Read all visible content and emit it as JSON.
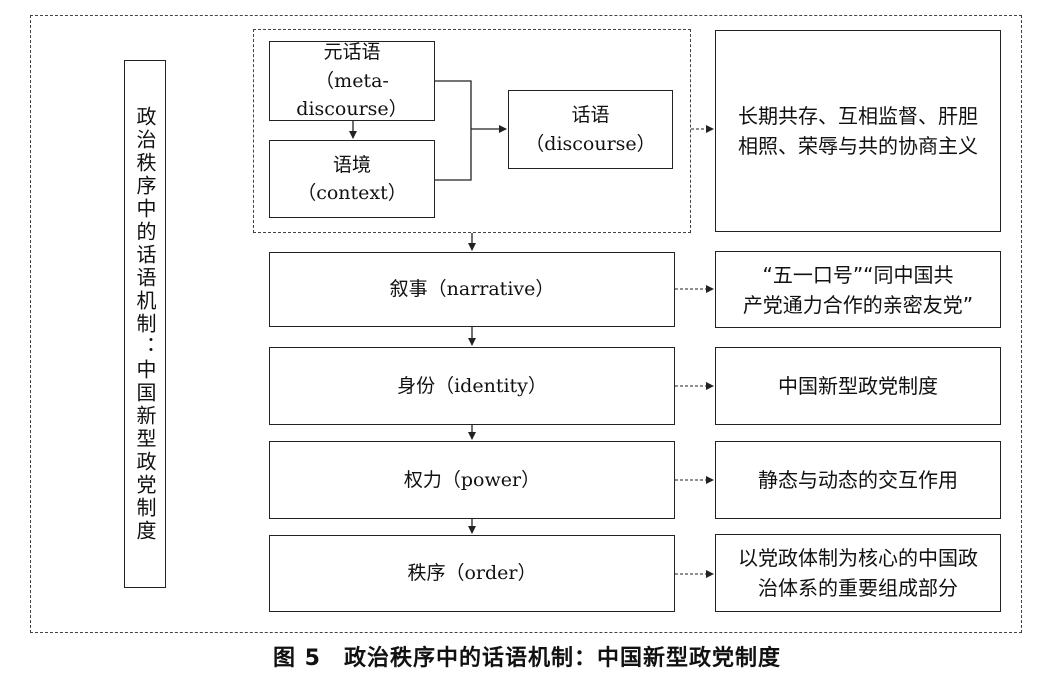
{
  "vertical_title": "政治秩序中的话语机制：中国新型政党制度",
  "meta_box": {
    "line1": "元话语",
    "line2": "（meta-discourse）"
  },
  "context_box": {
    "line1": "语境",
    "line2": "（context）"
  },
  "discourse_box": {
    "line1": "话语",
    "line2": "（discourse）"
  },
  "narrative_box": {
    "label": "叙事（narrative）"
  },
  "identity_box": {
    "label": "身份（identity）"
  },
  "power_box": {
    "label": "权力（power）"
  },
  "order_box": {
    "label": "秩序（order）"
  },
  "right_discourse": {
    "line1": "长期共存、互相监督、肝胆",
    "line2": "相照、荣辱与共的协商主义"
  },
  "right_narrative": {
    "line1": "“五一口号”“同中国共",
    "line2": "产党通力合作的亲密友党”"
  },
  "right_identity": {
    "label": "中国新型政党制度"
  },
  "right_power": {
    "label": "静态与动态的交互作用"
  },
  "right_order": {
    "line1": "以党政体制为核心的中国政",
    "line2": "治体系的重要组成部分"
  },
  "caption": "图 5　政治秩序中的话语机制：中国新型政党制度"
}
